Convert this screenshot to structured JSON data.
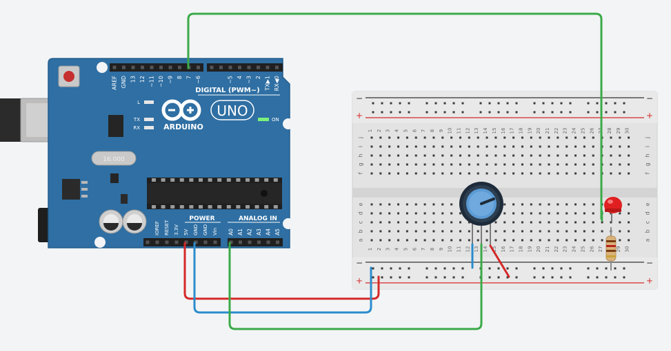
{
  "arduino": {
    "brand": "ARDUINO",
    "model": "UNO",
    "header_digital_label": "DIGITAL (PWM~)",
    "digital_pins": [
      "AREF",
      "GND",
      "13",
      "12",
      "~11",
      "~10",
      "~9",
      "8",
      "7",
      "~6",
      "~5",
      "4",
      "~3",
      "2",
      "TX▶1",
      "RX◀0"
    ],
    "led_labels": {
      "l": "L",
      "tx": "TX",
      "rx": "RX",
      "on": "ON"
    },
    "power_label": "POWER",
    "analog_label": "ANALOG IN",
    "power_pins": [
      "IOREF",
      "RESET",
      "3.3V",
      "5V",
      "GND",
      "GND",
      "Vin"
    ],
    "analog_pins": [
      "A0",
      "A1",
      "A2",
      "A3",
      "A4",
      "A5"
    ],
    "crystal_text": "16.000"
  },
  "breadboard": {
    "columns": 30,
    "row_letters_top": [
      "j",
      "i",
      "h",
      "g",
      "f"
    ],
    "row_letters_bottom": [
      "e",
      "d",
      "c",
      "b",
      "a"
    ],
    "rail_minus": "−",
    "rail_plus": "+"
  },
  "colors": {
    "board": "#2f6fa3",
    "board_dark": "#1f5584",
    "wire_green": "#3aaa48",
    "wire_red": "#d42828",
    "wire_blue": "#2a8ccc",
    "led_red": "#e02020",
    "breadboard": "#e6e6e6",
    "rail_red": "#d42828"
  },
  "components": [
    "potentiometer-knob",
    "red-led",
    "resistor"
  ]
}
